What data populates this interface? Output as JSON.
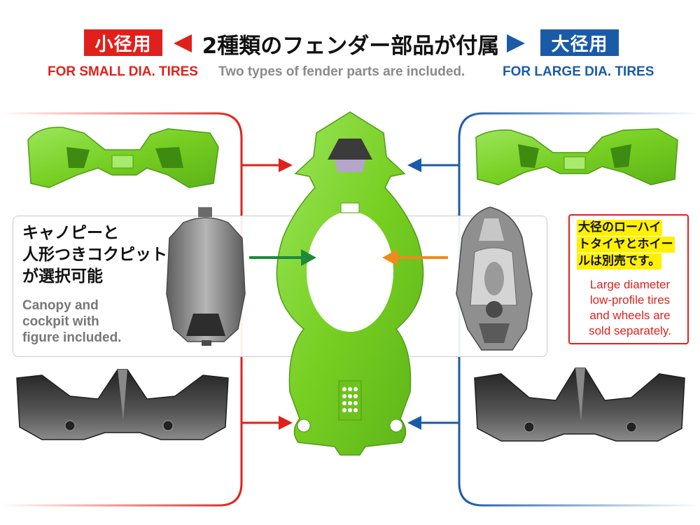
{
  "header": {
    "tag_small": "小径用",
    "tag_large": "大径用",
    "title_jp": "2種類のフェンダー部品が付属",
    "small_label": "FOR SMALL DIA. TIRES",
    "subtitle_en": "Two types of fender parts are included.",
    "large_label": "FOR LARGE DIA. TIRES"
  },
  "canopy_note": {
    "jp_lines": [
      "キャノピーと",
      "人形つきコクピット",
      "が選択可能"
    ],
    "en_lines": [
      "Canopy and",
      "cockpit with",
      "figure included."
    ]
  },
  "sold_separately": {
    "jp_lines": [
      "大径のローハイ",
      "トタイヤとホイー",
      "ルは別売です。"
    ],
    "en_lines": [
      "Large diameter",
      "low-profile tires",
      "and wheels are",
      "sold separately."
    ]
  },
  "colors": {
    "red": "#e0211b",
    "blue": "#1a5ba8",
    "green_part": "#7ed321",
    "dark_green_arrow": "#1e8a3c",
    "orange_arrow": "#f08a1c",
    "gray_part": "#7a7a7a",
    "dark_part": "#3a3a3a",
    "highlight_yellow": "#fff100"
  },
  "icons": {
    "left_pointer": "triangle-left-red",
    "right_pointer": "triangle-right-blue"
  }
}
